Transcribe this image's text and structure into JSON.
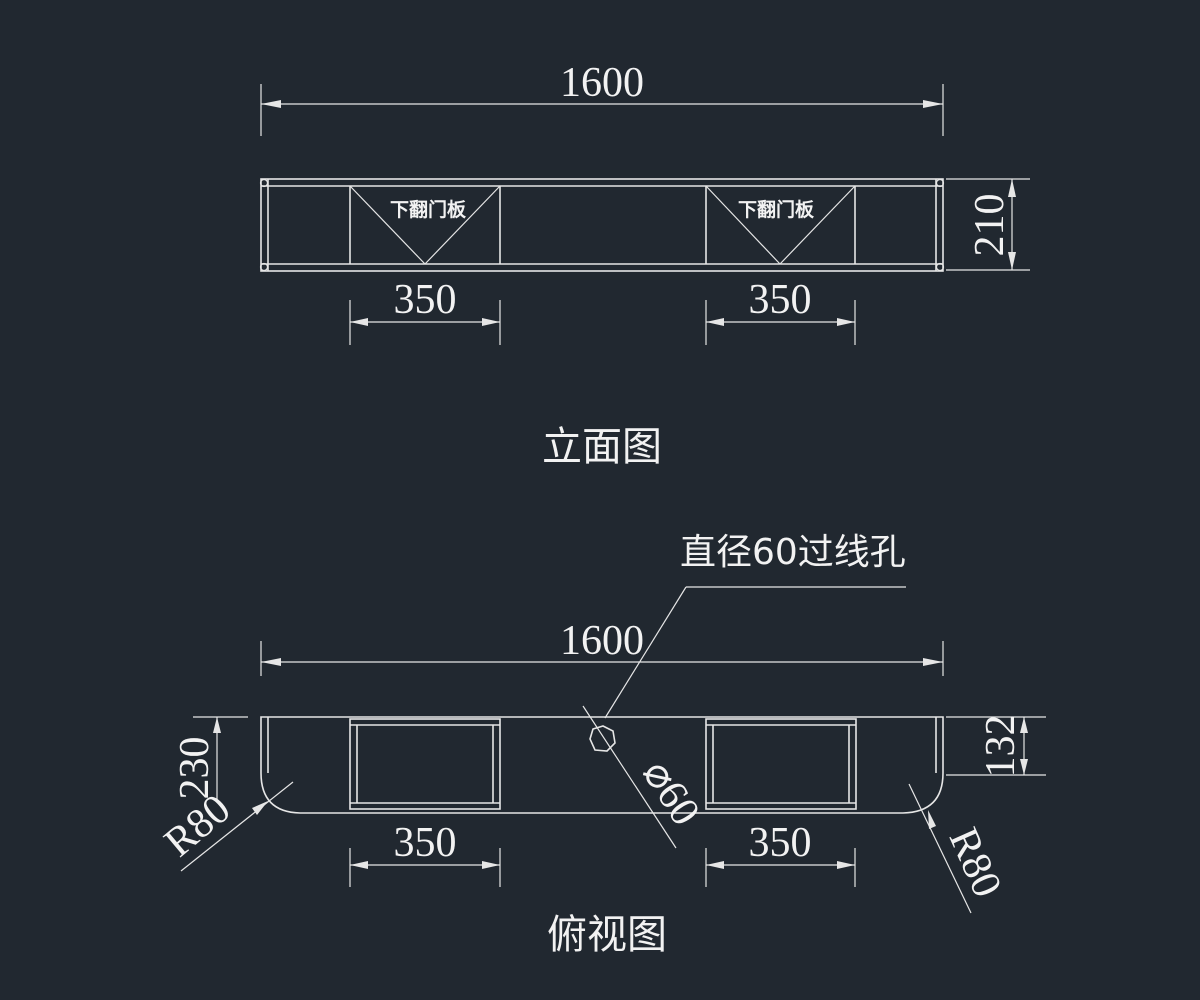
{
  "colors": {
    "background": "#212830",
    "line": "#e6e6e6"
  },
  "elevation": {
    "title": "立面图",
    "overall_width": "1600",
    "height": "210",
    "door_width_left": "350",
    "door_width_right": "350",
    "door_label_left": "下翻门板",
    "door_label_right": "下翻门板"
  },
  "plan": {
    "title": "俯视图",
    "overall_width": "1600",
    "depth_right": "132",
    "depth_left": "230",
    "radius_left": "R80",
    "radius_right": "R80",
    "hole_diameter": "⌀60",
    "hole_note": "直径60过线孔",
    "compartment_width_left": "350",
    "compartment_width_right": "350"
  }
}
